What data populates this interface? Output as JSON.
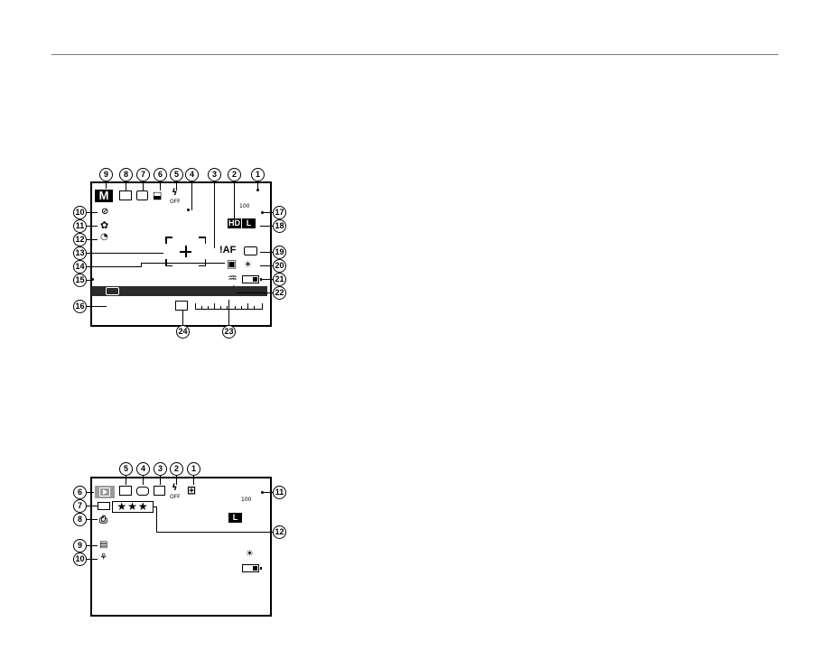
{
  "shooting_diagram": {
    "callouts_top": [
      "9",
      "8",
      "7",
      "6",
      "5",
      "4",
      "3",
      "2",
      "1"
    ],
    "callouts_left": [
      "10",
      "11",
      "12",
      "13",
      "14",
      "15",
      "16"
    ],
    "callouts_right": [
      "17",
      "18",
      "19",
      "20",
      "21",
      "22"
    ],
    "callouts_bottom": [
      "24",
      "23"
    ],
    "mode_label": "M",
    "flash_off_label": "OFF",
    "iso_label": "100",
    "hd_label": "HD",
    "size_label": "L",
    "af_label": "!AF"
  },
  "playback_diagram": {
    "callouts_top": [
      "5",
      "4",
      "3",
      "2",
      "1"
    ],
    "callouts_left": [
      "6",
      "7",
      "8",
      "9",
      "10"
    ],
    "callouts_right": [
      "11",
      "12"
    ],
    "flash_off_label": "OFF",
    "iso_label": "100",
    "size_label": "L",
    "rating": "★★★"
  }
}
